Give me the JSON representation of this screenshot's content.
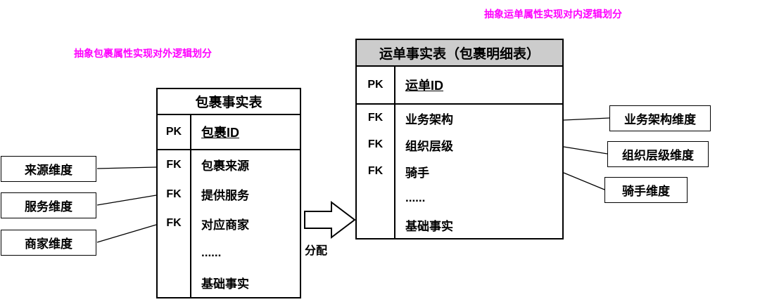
{
  "annotations": {
    "left_text": "抽象包裹属性实现对外逻辑划分",
    "right_text": "抽象运单属性实现对内逻辑划分",
    "color": "#ff00ff"
  },
  "arrow_label": "分配",
  "package_table": {
    "title": "包裹事实表",
    "pk_row": {
      "key": "PK",
      "value": "包裹ID"
    },
    "rows": [
      {
        "key": "FK",
        "value": "包裹来源"
      },
      {
        "key": "FK",
        "value": "提供服务"
      },
      {
        "key": "FK",
        "value": "对应商家"
      },
      {
        "key": "",
        "value": "......"
      },
      {
        "key": "",
        "value": "基础事实"
      }
    ]
  },
  "waybill_table": {
    "title": "运单事实表（包裹明细表）",
    "header_bg": "#cccccc",
    "pk_row": {
      "key": "PK",
      "value": "运单ID"
    },
    "rows": [
      {
        "key": "FK",
        "value": "业务架构"
      },
      {
        "key": "FK",
        "value": "组织层级"
      },
      {
        "key": "FK",
        "value": "骑手"
      },
      {
        "key": "",
        "value": "......"
      },
      {
        "key": "",
        "value": "基础事实"
      }
    ]
  },
  "left_dimensions": [
    "来源维度",
    "服务维度",
    "商家维度"
  ],
  "right_dimensions": [
    "业务架构维度",
    "组织层级维度",
    "骑手维度"
  ]
}
